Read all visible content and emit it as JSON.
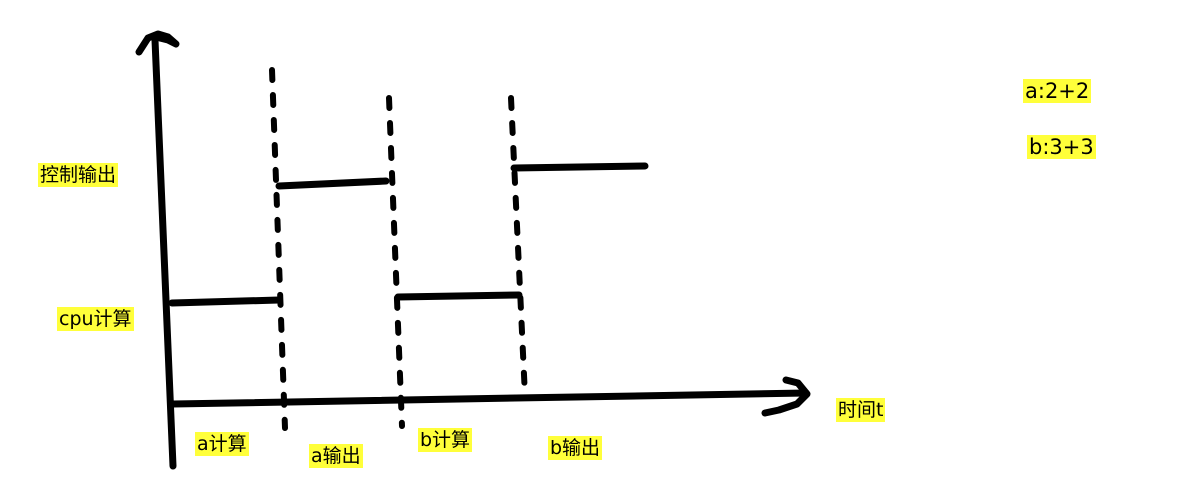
{
  "labels": {
    "control_output": "控制输出",
    "cpu_compute": "cpu计算",
    "time": "时间t",
    "a_compute": "a计算",
    "a_output": "a输出",
    "b_compute": "b计算",
    "b_output": "b输出"
  },
  "expressions": {
    "a": "a:2+2",
    "b": "b:3+3"
  },
  "colors": {
    "stroke": "#000000",
    "highlight": "#ffff3a",
    "background": "#ffffff"
  }
}
